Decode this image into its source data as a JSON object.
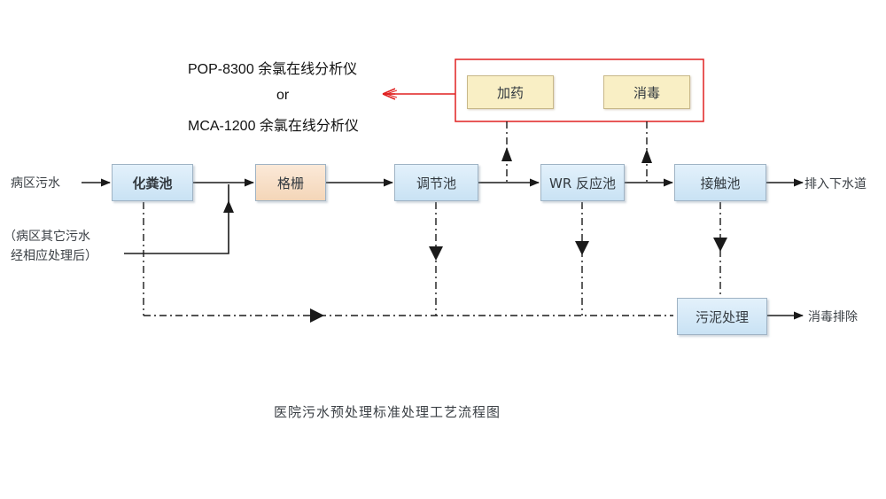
{
  "annotation": {
    "line1": "POP-8300  余氯在线分析仪",
    "or": "or",
    "line2": "MCA-1200 余氯在线分析仪"
  },
  "nodes": {
    "huafen": "化粪池",
    "gezha": "格栅",
    "tiaojie": "调节池",
    "wr": "WR 反应池",
    "jiechu": "接触池",
    "jiayao": "加药",
    "xiaodu": "消毒",
    "wuni": "污泥处理"
  },
  "labels": {
    "input_main": "病区污水",
    "input_other_1": "（病区其它污水",
    "input_other_2": "经相应处理后）",
    "output_water": "排入下水道",
    "output_sludge": "消毒排除"
  },
  "caption": "医院污水预处理标准处理工艺流程图",
  "colors": {
    "highlight": "#e02020",
    "flow": "#1a1a1a"
  }
}
